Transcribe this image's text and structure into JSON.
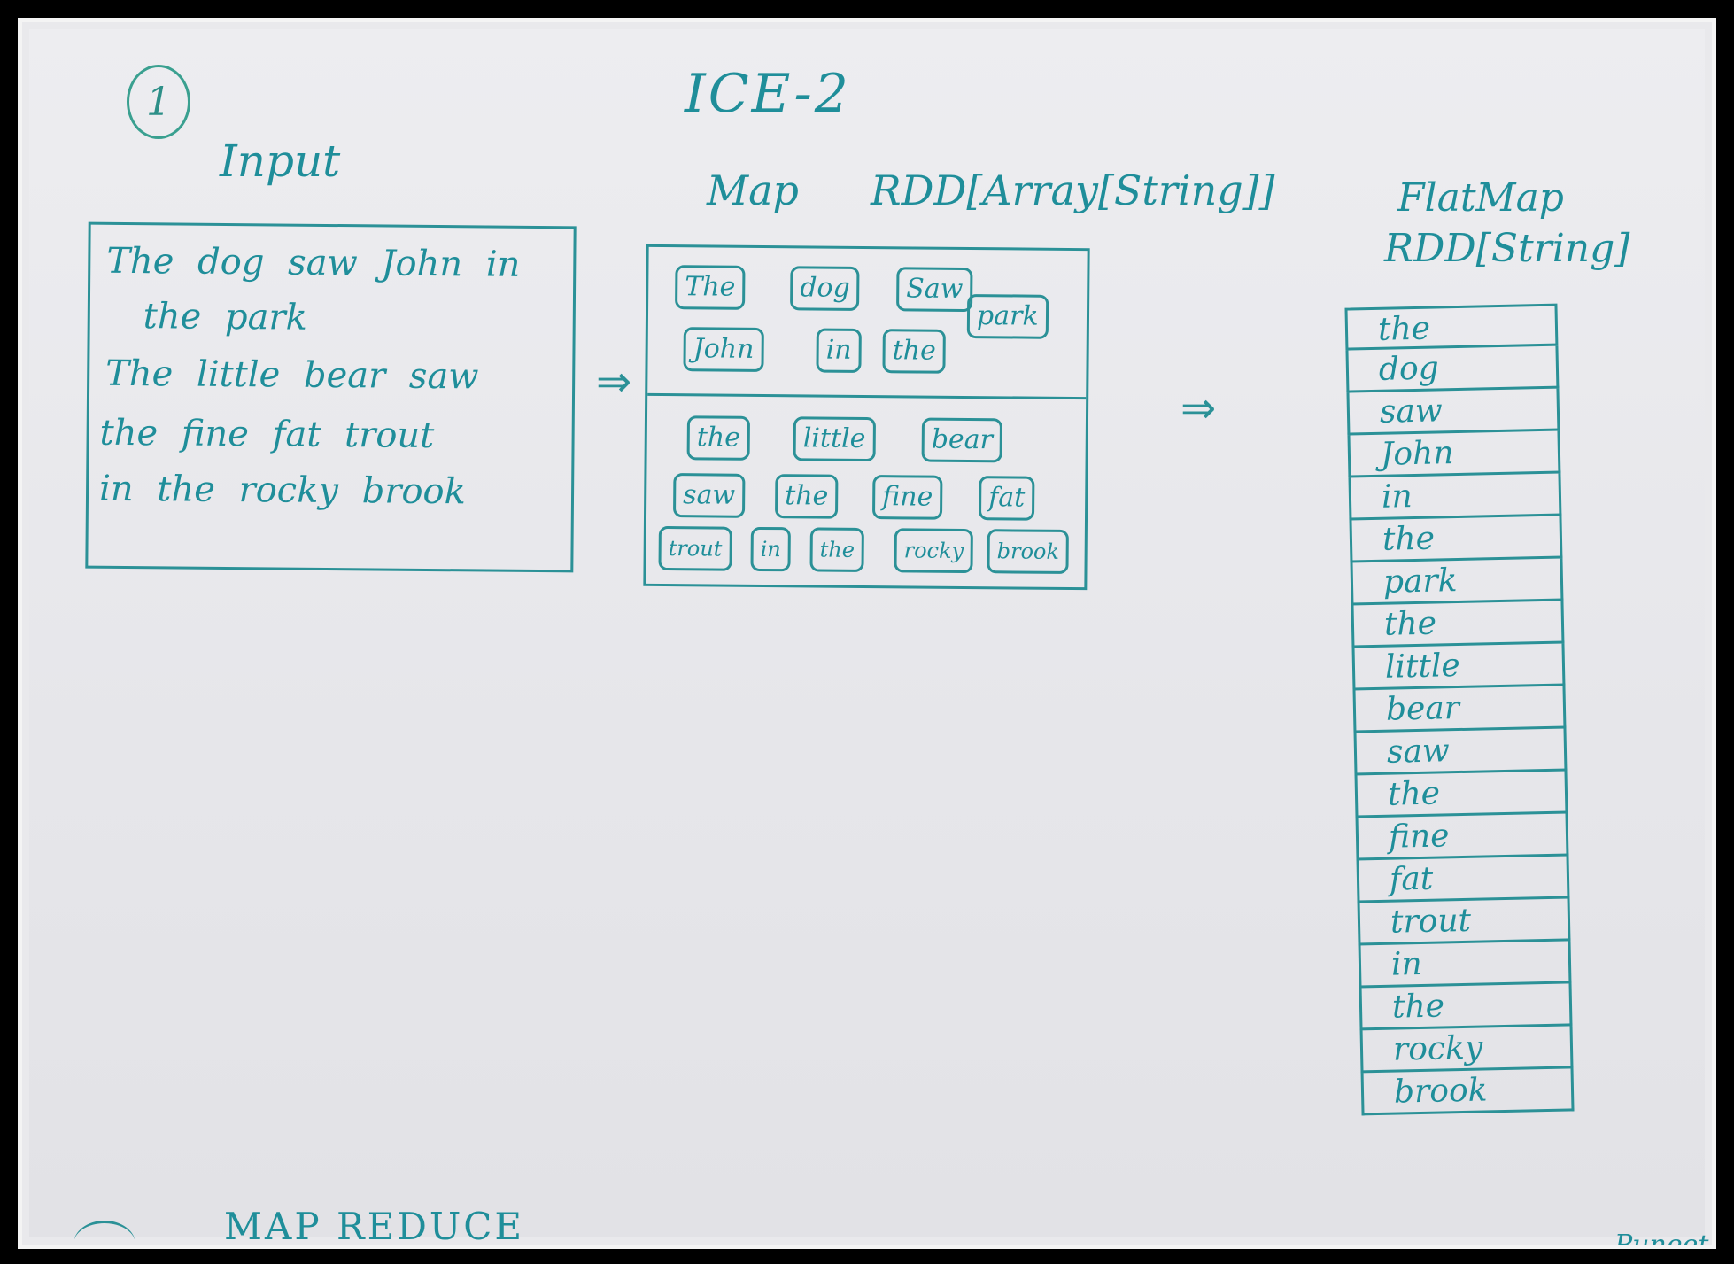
{
  "header": {
    "number": "1",
    "title": "ICE-2"
  },
  "input": {
    "label": "Input",
    "lines": [
      "The dog saw John in",
      "the park",
      "The little bear saw",
      "the fine fat trout",
      "in the rocky brook"
    ]
  },
  "map": {
    "label": "Map",
    "type": "RDD[Array[String]]",
    "partitions": [
      [
        "The",
        "dog",
        "Saw",
        "John",
        "in",
        "the",
        "park"
      ],
      [
        "the",
        "little",
        "bear",
        "saw",
        "the",
        "fine",
        "fat",
        "trout",
        "in",
        "the",
        "rocky",
        "brook"
      ]
    ]
  },
  "flatmap": {
    "label": "FlatMap",
    "type": "RDD[String]",
    "items": [
      "the",
      "dog",
      "saw",
      "John",
      "in",
      "the",
      "park",
      "the",
      "little",
      "bear",
      "saw",
      "the",
      "fine",
      "fat",
      "trout",
      "in",
      "the",
      "rocky",
      "brook"
    ]
  },
  "arrows": {
    "input_to_map": "⇒",
    "map_to_flatmap": "⇒"
  },
  "footer": {
    "label": "MAP REDUCE",
    "signature": "Puneet"
  },
  "colors": {
    "ink": "#1f8e9a",
    "paper": "#e9e9ec",
    "frame": "#000000"
  }
}
